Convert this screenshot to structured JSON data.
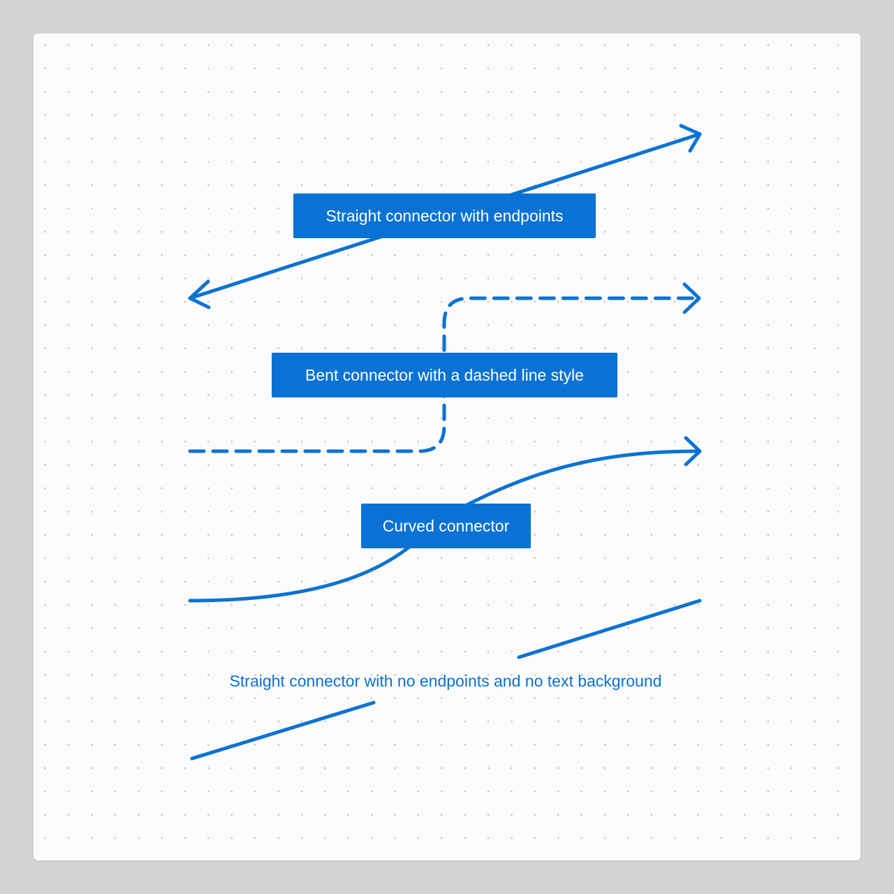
{
  "colors": {
    "accent": "#0a72d4",
    "canvas": "#fbfbfb",
    "backdrop": "#d4d4d4",
    "grid_dot": "#c9c9c9"
  },
  "connectors": [
    {
      "kind": "straight",
      "line_style": "solid",
      "start_arrow": true,
      "end_arrow": true,
      "label": "Straight connector with endpoints",
      "label_background": true
    },
    {
      "kind": "bent",
      "line_style": "dashed",
      "start_arrow": false,
      "end_arrow": true,
      "label": "Bent connector with a dashed line style",
      "label_background": true
    },
    {
      "kind": "curved",
      "line_style": "solid",
      "start_arrow": false,
      "end_arrow": true,
      "label": "Curved connector",
      "label_background": true
    },
    {
      "kind": "straight",
      "line_style": "solid",
      "start_arrow": false,
      "end_arrow": false,
      "label": "Straight connector with no endpoints and no text background",
      "label_background": false
    }
  ]
}
